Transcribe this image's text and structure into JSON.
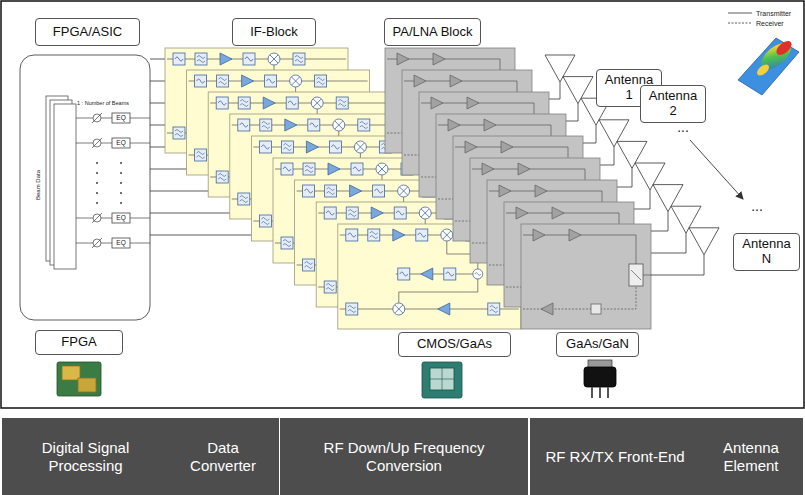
{
  "diagram": {
    "nodes": [
      {
        "text": [
          "FPGA/ASIC"
        ]
      },
      {
        "text": [
          "IF-Block"
        ]
      },
      {
        "text": [
          "PA/LNA Block"
        ]
      },
      {
        "text": [
          "Antenna 1"
        ]
      },
      {
        "text": [
          "Antenna 2"
        ]
      },
      {
        "text": [
          "Antenna N"
        ]
      },
      {
        "text": [
          "FPGA"
        ]
      },
      {
        "text": [
          "CMOS/GaAs"
        ]
      },
      {
        "text": [
          "GaAs/GaN"
        ]
      },
      {
        "text": [
          "Digital Signal Processing"
        ]
      },
      {
        "text": [
          "Data Converter"
        ]
      },
      {
        "text": [
          "RF Down/Up Frequency Conversion"
        ]
      },
      {
        "text": [
          "RF RX/TX Front-End"
        ]
      },
      {
        "text": [
          "Antenna Element"
        ]
      }
    ],
    "labels": [
      "Beam Data",
      "1 : Number of Beams",
      "EQ",
      "EQ",
      "EQ",
      "EQ",
      "...",
      "..."
    ],
    "legend": [
      {
        "text": "Transmitter"
      },
      {
        "text": "Receiver"
      }
    ]
  }
}
